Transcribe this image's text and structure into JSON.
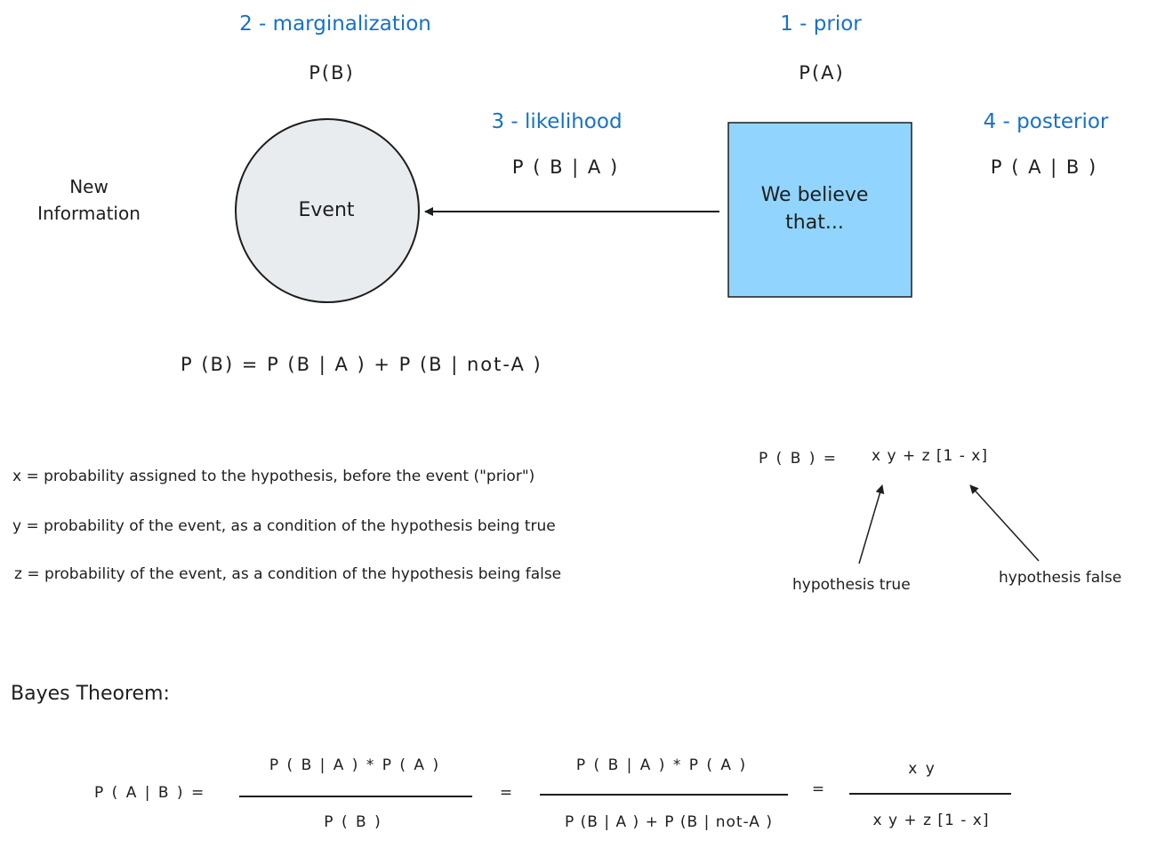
{
  "colors": {
    "label_blue": "#1971c2",
    "box_fill": "#91d5ff",
    "circle_fill": "#e9ecef",
    "stroke": "#1e1e1e"
  },
  "labels": {
    "marginalization": "2 - marginalization",
    "prior": "1 - prior",
    "likelihood": "3 - likelihood",
    "posterior": "4 - posterior"
  },
  "terms": {
    "pb": "P(B)",
    "pa": "P(A)",
    "pba": "P ( B | A )",
    "pab": "P ( A | B )"
  },
  "new_information": [
    "New",
    "Information"
  ],
  "event_label": "Event",
  "belief_box": [
    "We believe",
    "that..."
  ],
  "marginal_formula": "P (B) = P (B | A ) + P (B | not-A )",
  "definitions": [
    "x = probability assigned to the hypothesis, before the event (\"prior\")",
    "y = probability of the event, as a condition of the hypothesis being true",
    "z = probability of the event, as a condition of the hypothesis being false"
  ],
  "pb_expansion": {
    "lhs": "P ( B ) =",
    "rhs": "x y + z [1 - x]",
    "arrow_true": "hypothesis true",
    "arrow_false": "hypothesis false"
  },
  "bayes": {
    "title": "Bayes Theorem:",
    "lhs": "P ( A | B ) =",
    "frac1_num": "P ( B | A ) * P ( A )",
    "frac1_den": "P ( B )",
    "eq1": "=",
    "frac2_num": "P ( B | A ) * P ( A )",
    "frac2_den": "P (B | A ) + P (B | not-A )",
    "eq2": "=",
    "frac3_num": "x y",
    "frac3_den": "x y + z [1 - x]"
  }
}
